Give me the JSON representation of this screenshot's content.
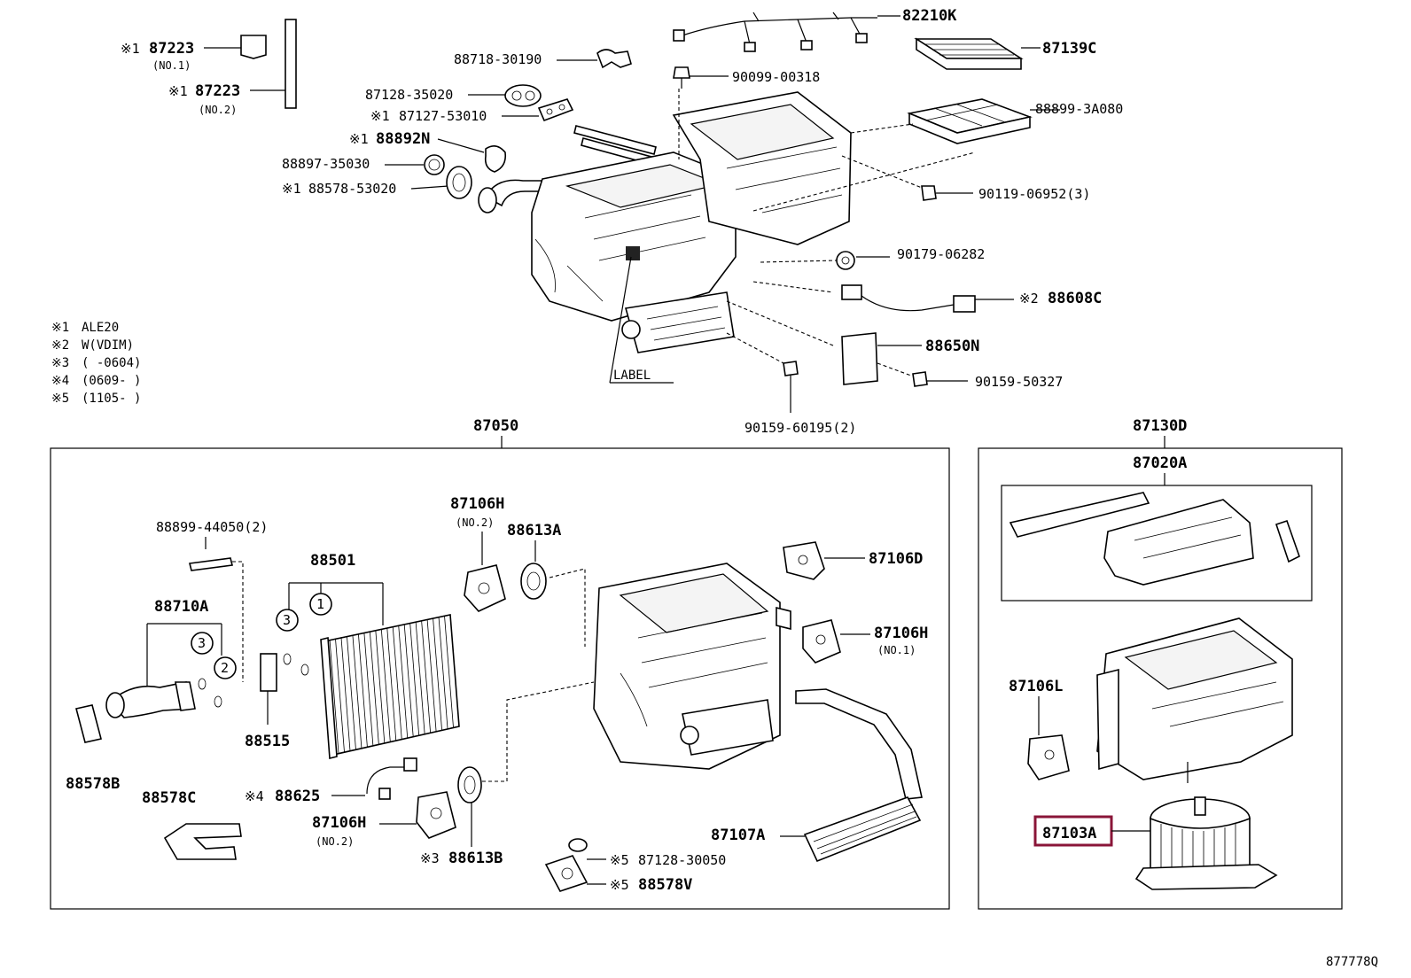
{
  "labels": {
    "p87223_1": "87223",
    "p87223_1_sub": "(NO.1)",
    "p87223_2": "87223",
    "p87223_2_sub": "(NO.2)",
    "p88718": "88718-30190",
    "p87128_35020": "87128-35020",
    "p87127": "87127-53010",
    "p88892N": "88892N",
    "p88897": "88897-35030",
    "p88578_53020": "88578-53020",
    "p82210K": "82210K",
    "p87139C": "87139C",
    "p90099": "90099-00318",
    "p88899_3A080": "88899-3A080",
    "p90119": "90119-06952(3)",
    "p90179": "90179-06282",
    "p88608C": "88608C",
    "p88650N": "88650N",
    "p90159_50327": "90159-50327",
    "p90159_60195": "90159-60195(2)",
    "label_tag": "LABEL",
    "p87050": "87050",
    "p87130D": "87130D",
    "p87020A": "87020A",
    "p87106H_top": "87106H",
    "p87106H_top_sub": "(NO.2)",
    "p88613A": "88613A",
    "p88899_44050": "88899-44050(2)",
    "p88501": "88501",
    "p88710A": "88710A",
    "p87106D": "87106D",
    "p87106H_r": "87106H",
    "p87106H_r_sub": "(NO.1)",
    "p88515": "88515",
    "p88578B": "88578B",
    "p88578C": "88578C",
    "p88625": "88625",
    "p87106H_bot": "87106H",
    "p87106H_bot_sub": "(NO.2)",
    "p88613B": "88613B",
    "p87128_30050": "87128-30050",
    "p88578V": "88578V",
    "p87107A": "87107A",
    "p87106L": "87106L",
    "p87103A": "87103A",
    "diagram_code": "877778Q"
  },
  "marks": {
    "m1": "※1",
    "m2": "※2",
    "m3": "※3",
    "m4": "※4",
    "m5": "※5"
  },
  "circled": {
    "c1": "1",
    "c2": "2",
    "c3": "3"
  },
  "notes": [
    {
      "mark": "※1",
      "text": "ALE20"
    },
    {
      "mark": "※2",
      "text": "W(VDIM)"
    },
    {
      "mark": "※3",
      "text": "(      -0604)"
    },
    {
      "mark": "※4",
      "text": "(0609-      )"
    },
    {
      "mark": "※5",
      "text": "(1105-   )"
    }
  ],
  "highlight_color": "#8a1538",
  "highlighted_part": "87103A"
}
